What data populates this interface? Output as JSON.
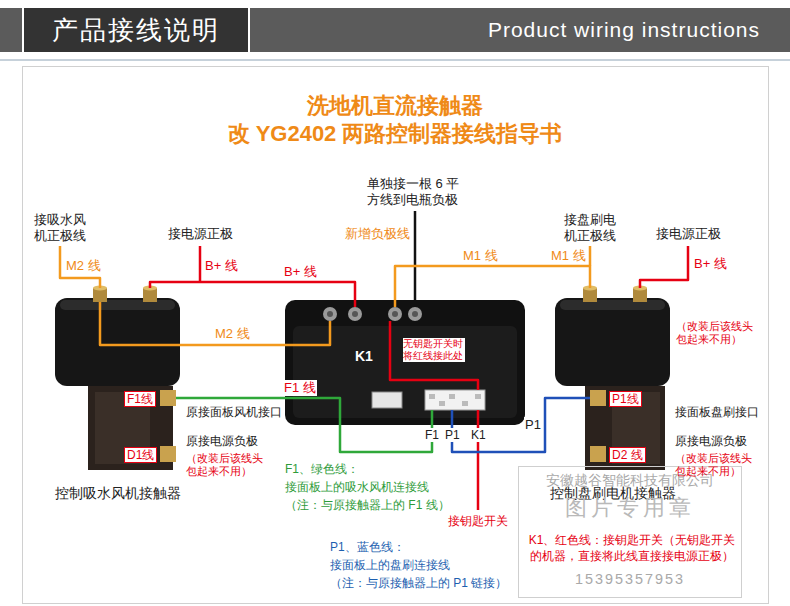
{
  "diagram": {
    "title": "洗地机直流接触器 改 YG2402 两路控制器接线指导书",
    "nodes": [
      {
        "text": [
          "Product wiring instructions"
        ]
      },
      {
        "text": [
          "产品接线说明"
        ],
        "in": 0
      },
      {
        "text": [
          "控制吸水风机接触器"
        ]
      },
      {
        "text": [
          "K1",
          "无钥匙开关时 将红线接此处"
        ]
      },
      {
        "text": [
          "控制盘刷电机接触器"
        ]
      },
      {
        "text": [
          "安徽越谷智能科技有限公司",
          "图片专用章",
          "15395357953"
        ]
      }
    ],
    "edges": [
      {
        "from": 3,
        "to": 2,
        "arrow": "none",
        "label": "M2 线"
      },
      {
        "from": 3,
        "to": 2,
        "arrow": "none",
        "label": "B+ 线"
      },
      {
        "from": 3,
        "to": 4,
        "arrow": "none",
        "label": "M1 线"
      },
      {
        "from": 3,
        "to": 2,
        "arrow": "none",
        "label": "F1 线"
      },
      {
        "from": 3,
        "to": 4,
        "arrow": "none",
        "label": "P1"
      }
    ],
    "labels": [
      "单独接一根 6 平 方线到电瓶负极",
      "接吸水风 机正极线",
      "接电源正极",
      "新增负极线",
      "接盘刷电 机正极线",
      "接电源正极",
      "M2 线",
      "B+ 线",
      "M1 线",
      "B+ 线",
      "（改装后该线头 包起来不用）",
      "F1线",
      "原接面板风机接口",
      "原接电源负极",
      "（改装后该线头 包起来不用）",
      "D1线",
      "F1",
      "P1",
      "K1",
      "P1线",
      "接面板盘刷接口",
      "原接电源负极",
      "D2 线",
      "（改装后该线头 包起来不用）",
      "F1、绿色线：",
      "接面板上的吸水风机连接线",
      "（注：与原接触器上的 F1 线）",
      "P1、蓝色线：",
      "接面板上的盘刷连接线",
      "（注：与原接触器上的 P1 链接）",
      "接钥匙开关",
      "K1、红色线：接钥匙开关（无钥匙开关 的机器，直接将此线直接接电源正极）"
    ]
  }
}
